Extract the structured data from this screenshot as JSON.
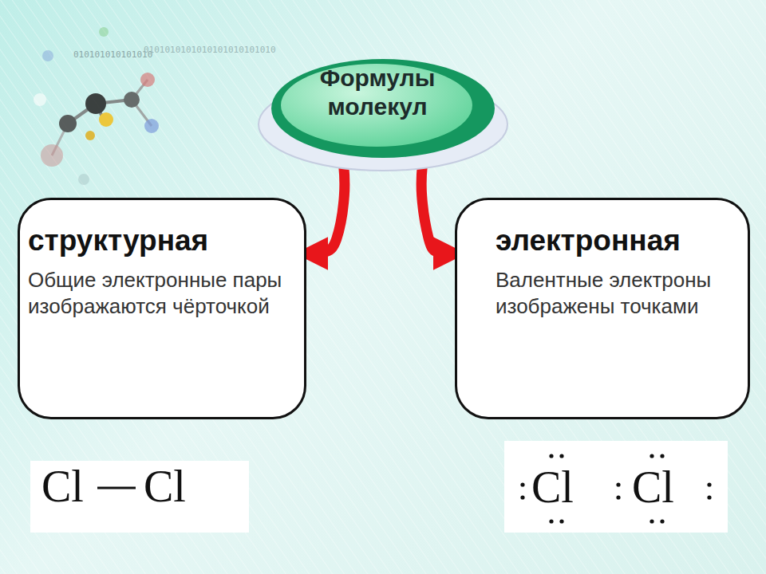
{
  "diagram": {
    "nodes": [
      {
        "text": [
          "Формулы молекул"
        ]
      },
      {
        "text": [
          "структурная",
          "Общие электронные пары изображаются чёрточкой"
        ]
      },
      {
        "text": [
          "электронная",
          "Валентные электроны изображены точками"
        ]
      }
    ],
    "edges": [
      {
        "from": 0,
        "to": 1,
        "arrow": "to"
      },
      {
        "from": 0,
        "to": 2,
        "arrow": "to"
      }
    ],
    "labels": [
      "010101010101010",
      "0101010101010101010101010",
      "Cl",
      "Cl",
      "Cl",
      "Cl"
    ]
  }
}
